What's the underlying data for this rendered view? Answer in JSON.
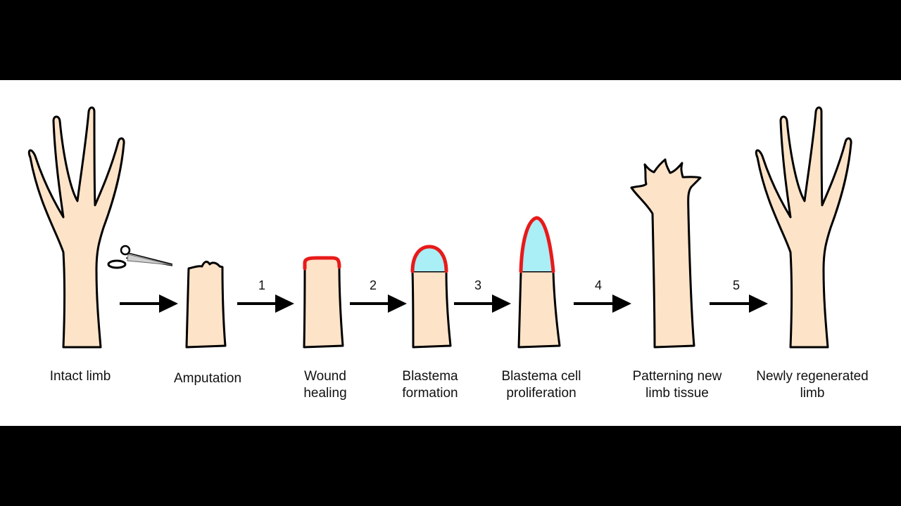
{
  "colors": {
    "skin": "#fde3c8",
    "outline": "#000000",
    "wound": "#e81a1a",
    "blastema": "#aaeef6",
    "background": "#ffffff",
    "letterbox": "#000000"
  },
  "icons": [
    "scissors-icon"
  ],
  "stages": [
    {
      "id": "intact",
      "lines": [
        "Intact limb",
        ""
      ]
    },
    {
      "id": "amputation",
      "lines": [
        "Amputation",
        ""
      ]
    },
    {
      "id": "wound",
      "lines": [
        "Wound",
        "healing"
      ]
    },
    {
      "id": "blastema",
      "lines": [
        "Blastema",
        "formation"
      ]
    },
    {
      "id": "proliferation",
      "lines": [
        "Blastema cell",
        "proliferation"
      ]
    },
    {
      "id": "patterning",
      "lines": [
        "Patterning new",
        "limb tissue"
      ]
    },
    {
      "id": "regenerated",
      "lines": [
        "Newly regenerated",
        "limb"
      ]
    }
  ],
  "steps": [
    "",
    "1",
    "2",
    "3",
    "4",
    "5"
  ]
}
